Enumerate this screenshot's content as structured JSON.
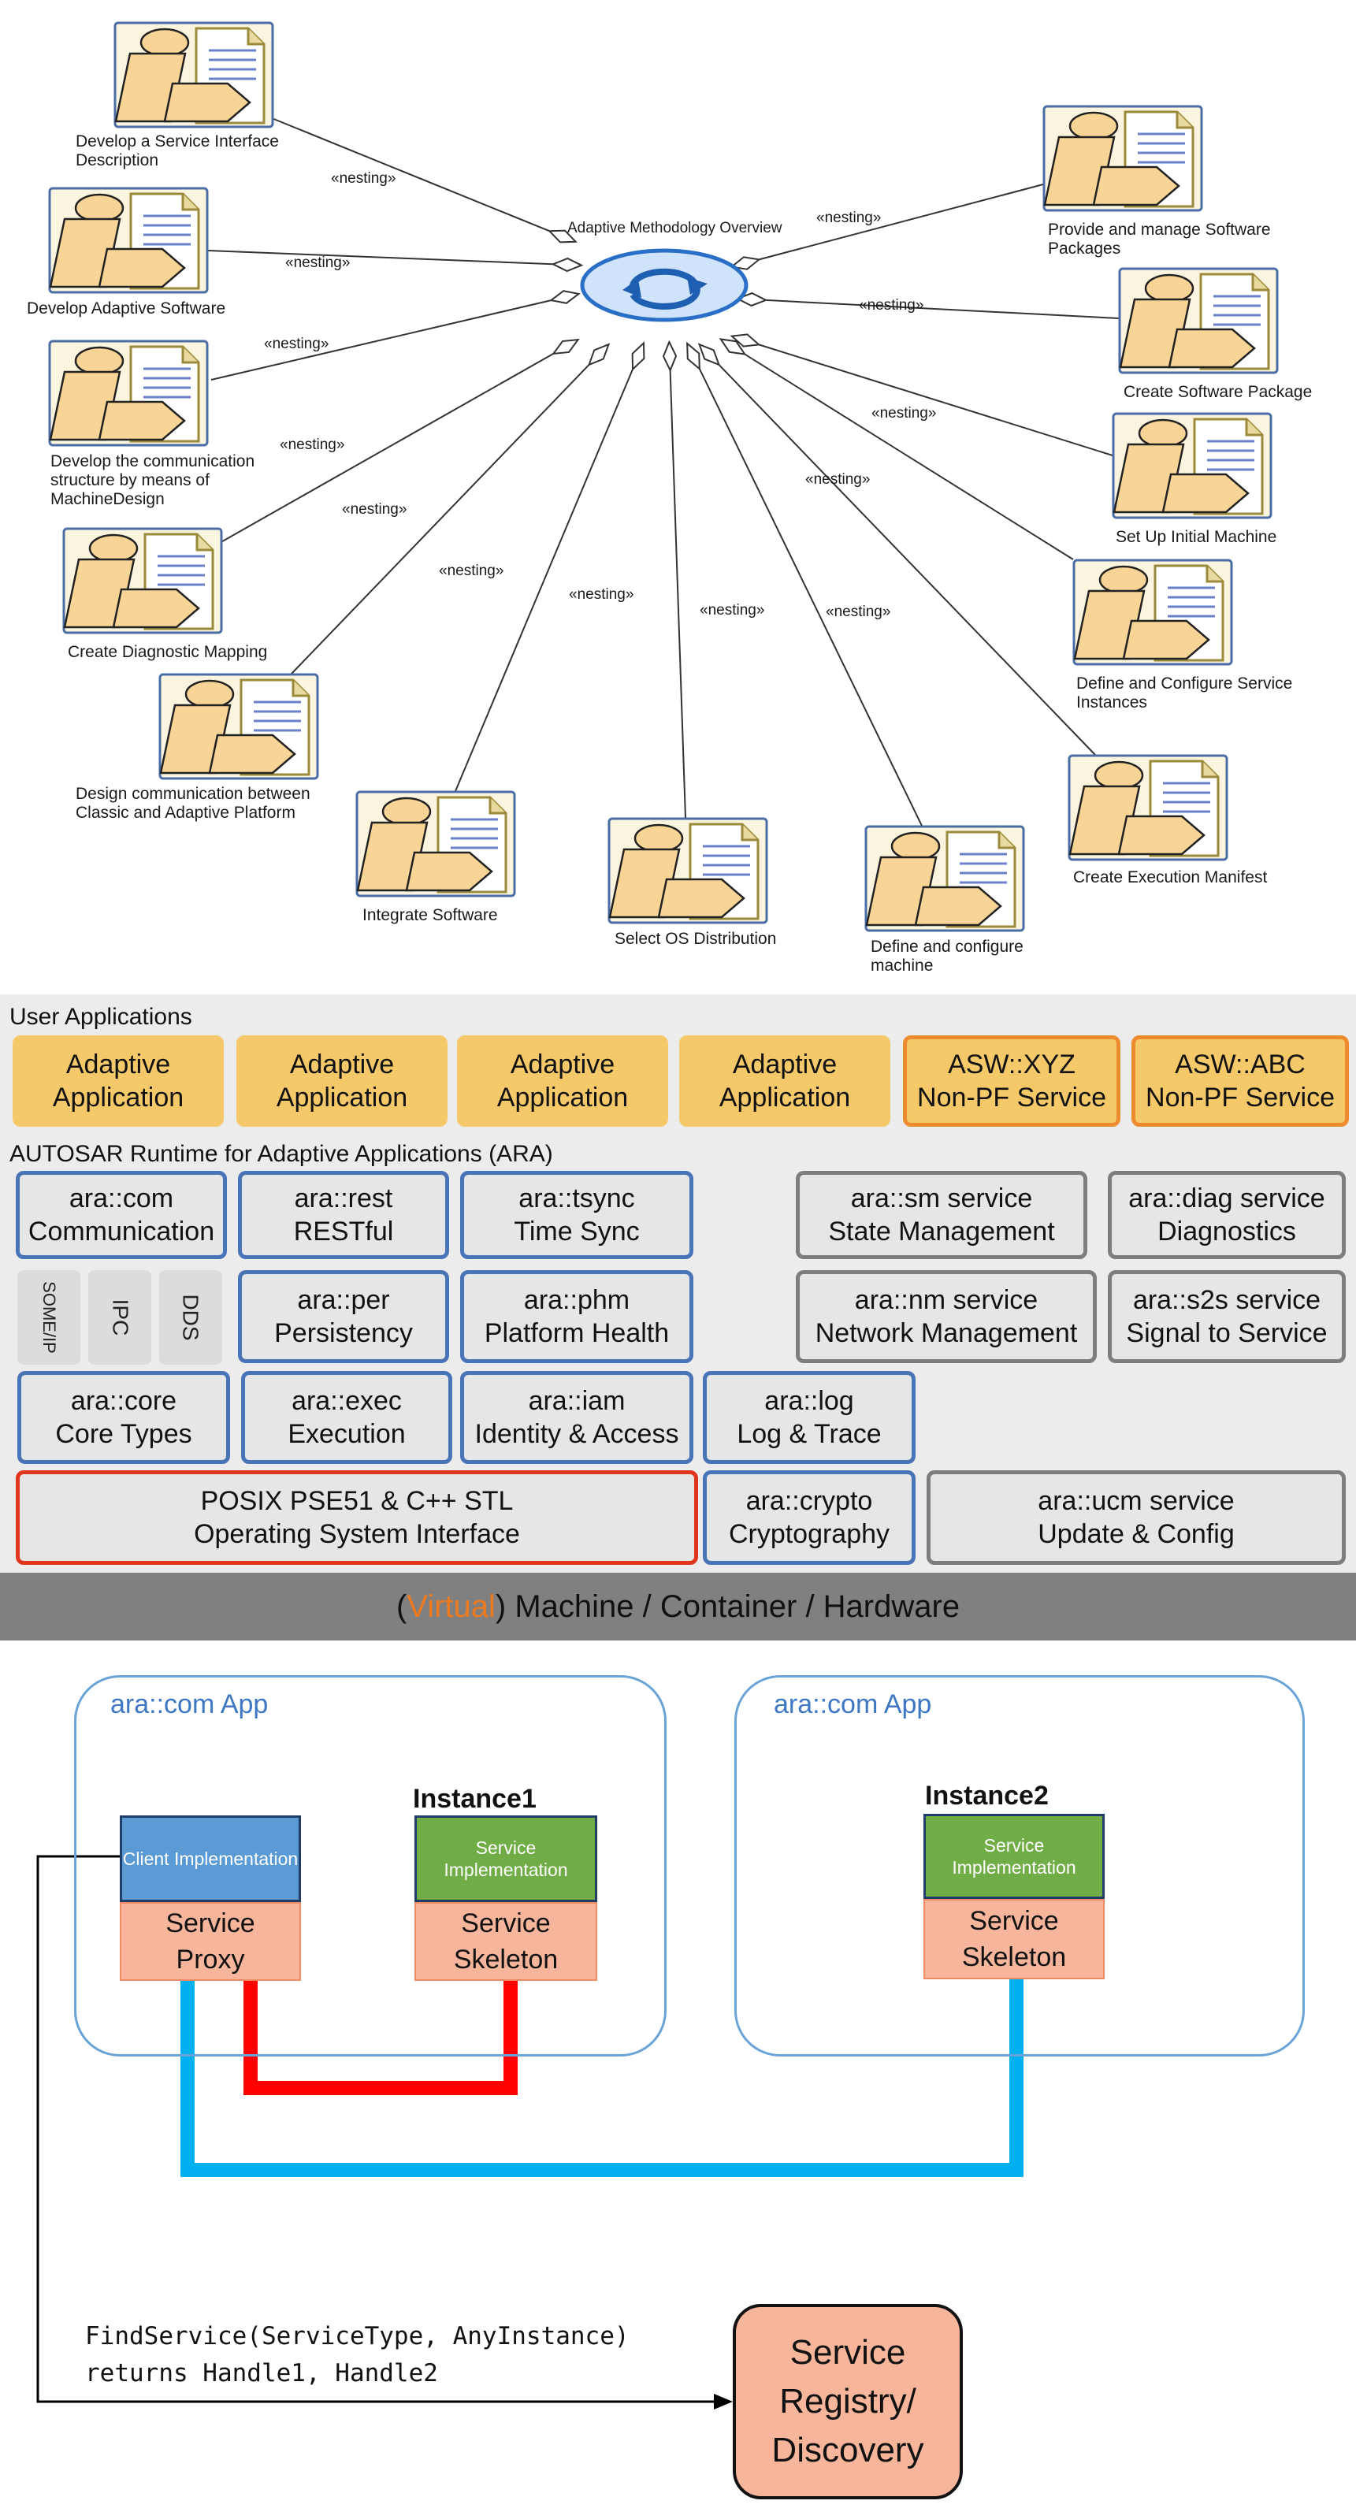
{
  "methodology": {
    "center_label": "Adaptive Methodology Overview",
    "relation_label": "«nesting»",
    "workflows": [
      {
        "id": "develop-service-interface",
        "label": "Develop a Service Interface Description"
      },
      {
        "id": "develop-adaptive-software",
        "label": "Develop Adaptive Software"
      },
      {
        "id": "develop-communication-structure",
        "label": "Develop the communication structure by means of MachineDesign"
      },
      {
        "id": "create-diagnostic-mapping",
        "label": "Create Diagnostic Mapping"
      },
      {
        "id": "design-communication-classic-adaptive",
        "label": "Design communication between Classic and Adaptive Platform"
      },
      {
        "id": "integrate-software",
        "label": "Integrate Software"
      },
      {
        "id": "select-os-distribution",
        "label": "Select OS Distribution"
      },
      {
        "id": "define-configure-machine",
        "label": "Define and configure machine"
      },
      {
        "id": "create-execution-manifest",
        "label": "Create Execution Manifest"
      },
      {
        "id": "define-configure-service-instances",
        "label": "Define and Configure Service Instances"
      },
      {
        "id": "set-up-initial-machine",
        "label": "Set Up Initial Machine"
      },
      {
        "id": "create-software-package",
        "label": "Create Software Package"
      },
      {
        "id": "provide-manage-software-packages",
        "label": "Provide and manage Software Packages"
      }
    ]
  },
  "architecture": {
    "user_apps_heading": "User Applications",
    "user_apps": [
      {
        "line1": "Adaptive",
        "line2": "Application"
      },
      {
        "line1": "Adaptive",
        "line2": "Application"
      },
      {
        "line1": "Adaptive",
        "line2": "Application"
      },
      {
        "line1": "Adaptive",
        "line2": "Application"
      },
      {
        "line1": "ASW::XYZ",
        "line2": "Non-PF Service"
      },
      {
        "line1": "ASW::ABC",
        "line2": "Non-PF Service"
      }
    ],
    "ara_heading": "AUTOSAR Runtime for Adaptive Applications (ARA)",
    "blocks": {
      "com": {
        "line1": "ara::com",
        "line2": "Communication"
      },
      "rest": {
        "line1": "ara::rest",
        "line2": "RESTful"
      },
      "tsync": {
        "line1": "ara::tsync",
        "line2": "Time Sync"
      },
      "sm": {
        "line1": "ara::sm  service",
        "line2": "State Management"
      },
      "diag": {
        "line1": "ara::diag service",
        "line2": "Diagnostics"
      },
      "per": {
        "line1": "ara::per",
        "line2": "Persistency"
      },
      "phm": {
        "line1": "ara::phm",
        "line2": "Platform Health"
      },
      "nm": {
        "line1": "ara::nm service",
        "line2": "Network Management"
      },
      "s2s": {
        "line1": "ara::s2s service",
        "line2": "Signal to Service"
      },
      "core": {
        "line1": "ara::core",
        "line2": "Core Types"
      },
      "exec": {
        "line1": "ara::exec",
        "line2": "Execution"
      },
      "iam": {
        "line1": "ara::iam",
        "line2": "Identity & Access"
      },
      "log": {
        "line1": "ara::log",
        "line2": "Log & Trace"
      },
      "posix": {
        "line1": "POSIX PSE51 & C++ STL",
        "line2": "Operating System Interface"
      },
      "crypto": {
        "line1": "ara::crypto",
        "line2": "Cryptography"
      },
      "ucm": {
        "line1": "ara::ucm service",
        "line2": "Update & Config"
      }
    },
    "bindings": [
      "SOME/IP",
      "IPC",
      "DDS"
    ],
    "hardware_bar": {
      "open": "(",
      "virtual": "Virtual",
      "rest": ") Machine / Container / Hardware"
    },
    "colors": {
      "app_fill": "#f5c96a",
      "nonpf_border": "#ed8c2e",
      "ara_blue": "#4a74b8",
      "service_gray": "#7d7d7d",
      "os_red": "#e0361e",
      "virtual_orange": "#ee7a1f"
    }
  },
  "communication": {
    "app_title": "ara::com App",
    "instance1": "Instance1",
    "instance2": "Instance2",
    "client_impl": "Client Implementation",
    "service_impl": "Service Implementation",
    "proxy": {
      "line1": "Service",
      "line2": "Proxy"
    },
    "skeleton": {
      "line1": "Service",
      "line2": "Skeleton"
    },
    "find_service": {
      "line1": "FindService(ServiceType, AnyInstance)",
      "line2": "returns Handle1, Handle2"
    },
    "registry": {
      "line1": "Service",
      "line2": "Registry/",
      "line3": "Discovery"
    },
    "colors": {
      "handle1_path": "#ff0000",
      "handle2_path": "#00b0f0",
      "client_header": "#5b9bd5",
      "service_header": "#70ad47",
      "skeleton_fill": "#f7b69c"
    }
  }
}
